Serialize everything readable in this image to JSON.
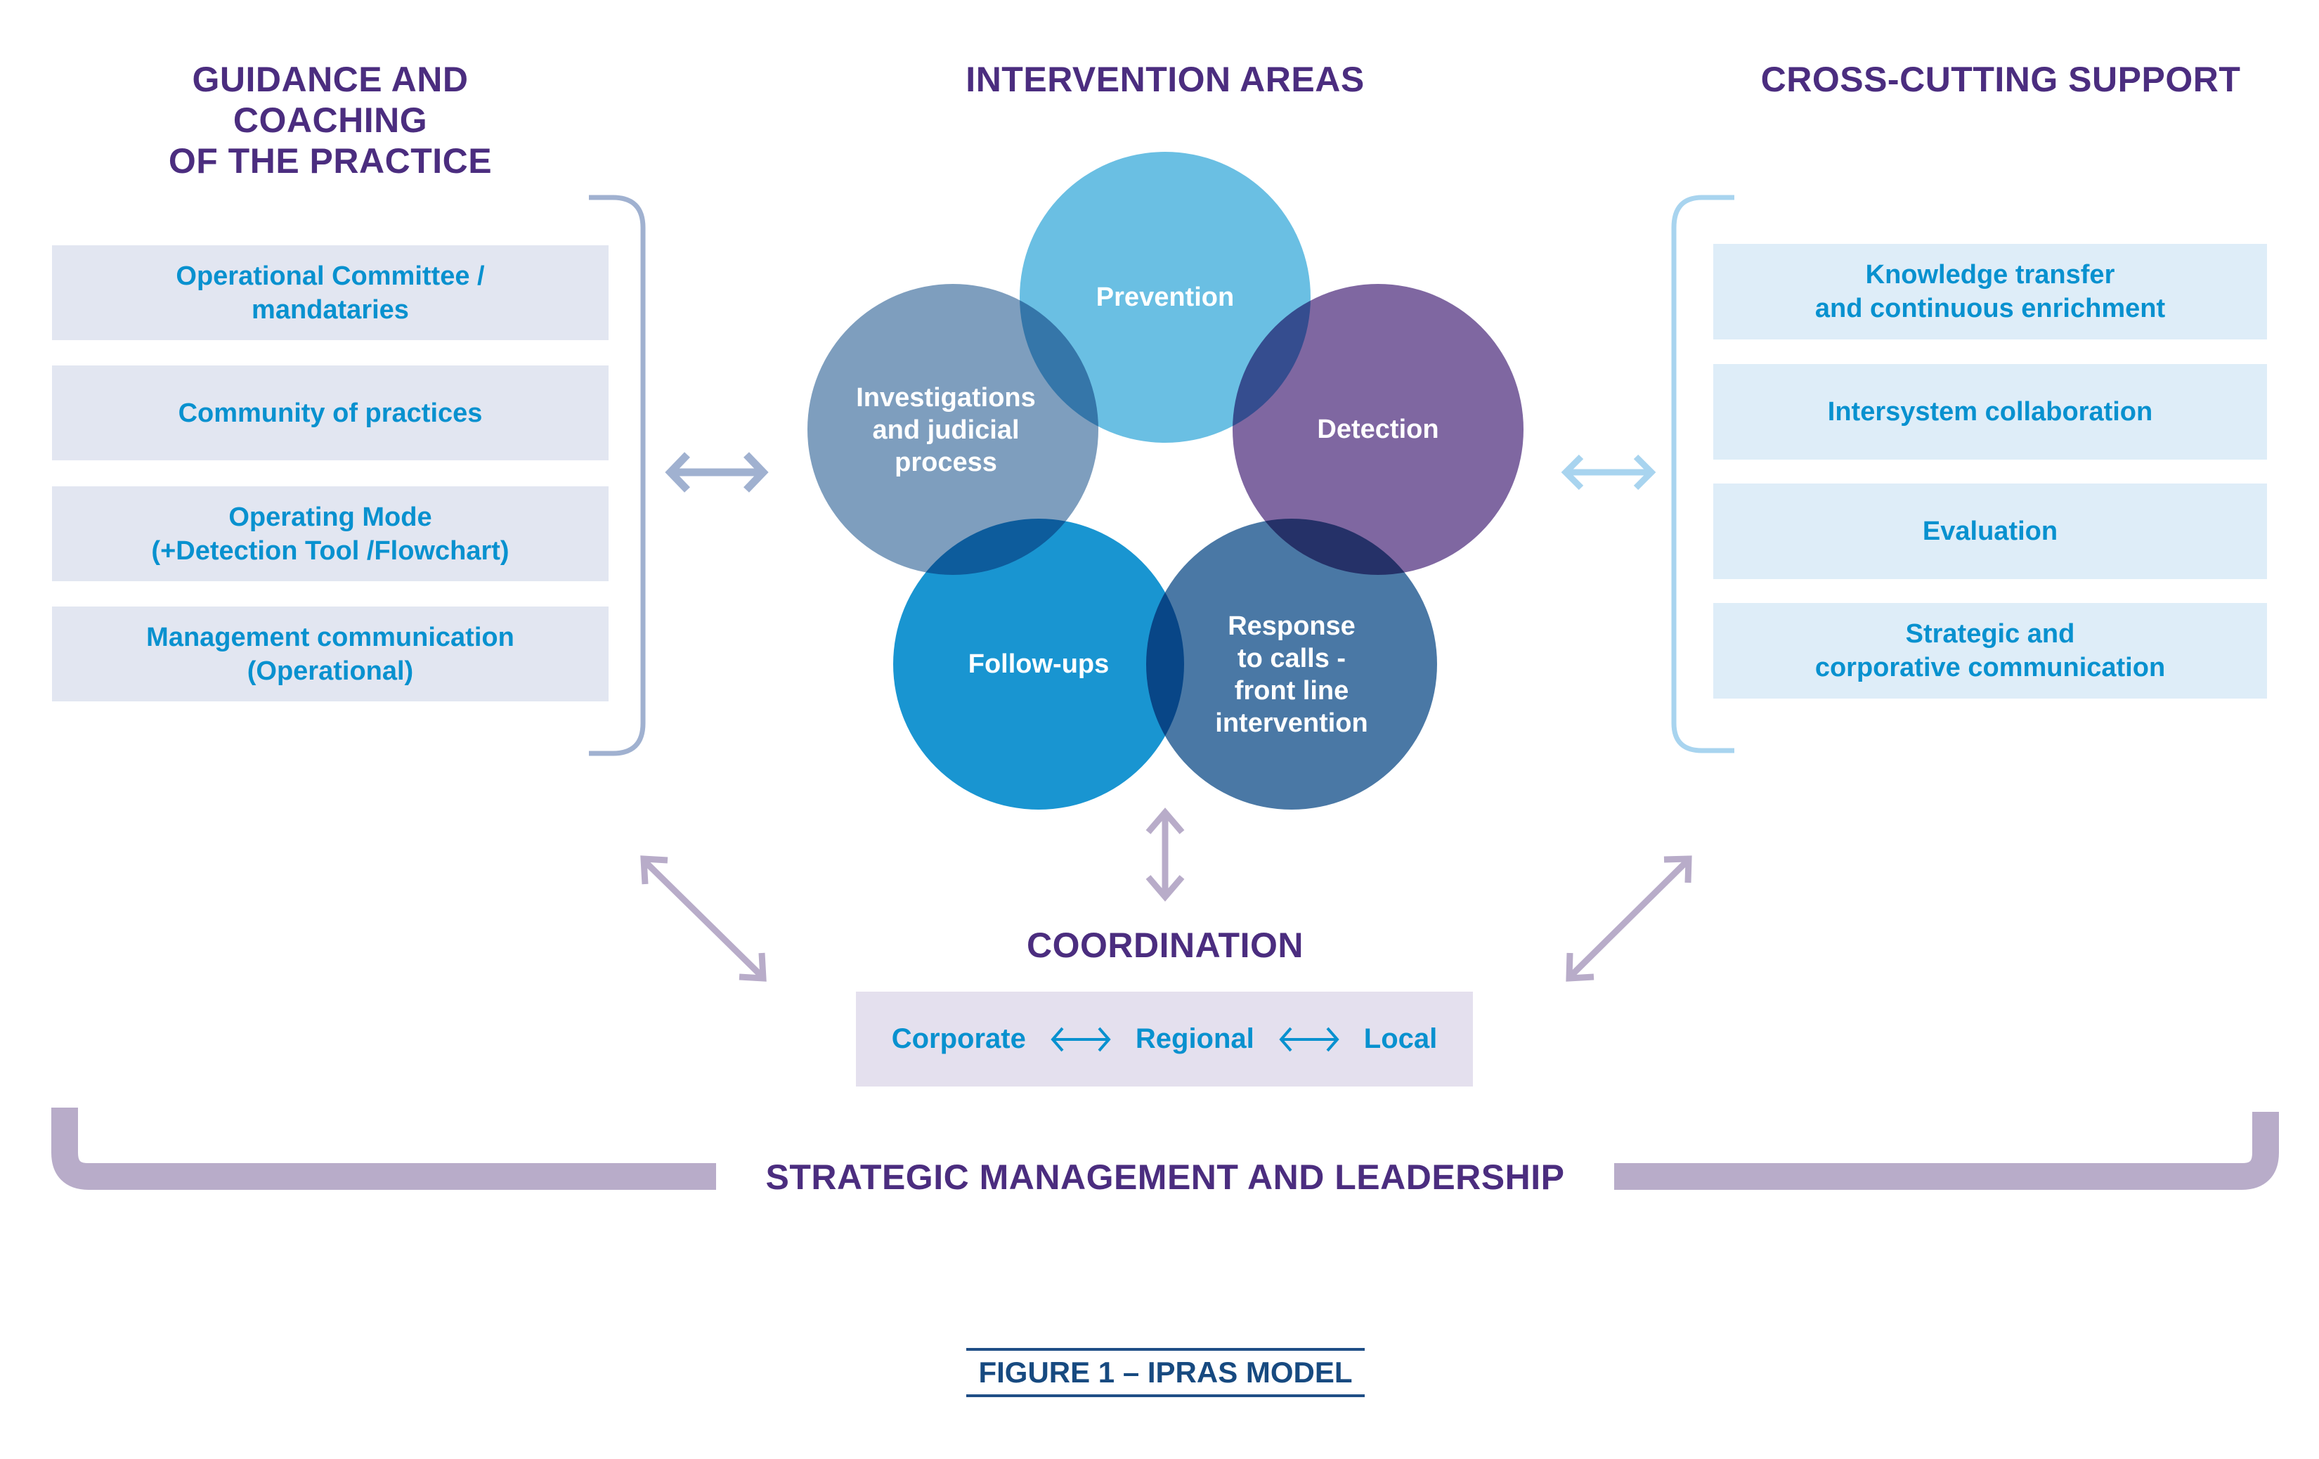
{
  "headers": {
    "left": [
      "GUIDANCE AND COACHING",
      "OF THE PRACTICE"
    ],
    "center": "INTERVENTION AREAS",
    "right": "CROSS-CUTTING SUPPORT"
  },
  "guidance_items": [
    {
      "lines": [
        "Operational Committee /",
        "mandataries"
      ]
    },
    {
      "lines": [
        "Community of practices"
      ]
    },
    {
      "lines": [
        "Operating Mode",
        "(+Detection Tool /Flowchart)"
      ]
    },
    {
      "lines": [
        "Management communication",
        "(Operational)"
      ]
    }
  ],
  "support_items": [
    {
      "lines": [
        "Knowledge transfer",
        "and continuous enrichment"
      ]
    },
    {
      "lines": [
        "Intersystem collaboration"
      ]
    },
    {
      "lines": [
        "Evaluation"
      ]
    },
    {
      "lines": [
        "Strategic and",
        "corporative communication"
      ]
    }
  ],
  "intervention_areas": [
    {
      "id": "prevention",
      "lines": [
        "Prevention"
      ],
      "color": "#5ab8e0"
    },
    {
      "id": "investigations",
      "lines": [
        "Investigations",
        "and judicial",
        "process"
      ],
      "color": "#7093b7"
    },
    {
      "id": "detection",
      "lines": [
        "Detection"
      ],
      "color": "#715797"
    },
    {
      "id": "follow-ups",
      "lines": [
        "Follow-ups"
      ],
      "color": "#0089cc"
    },
    {
      "id": "response",
      "lines": [
        "Response",
        "to calls -",
        "front line",
        "intervention"
      ],
      "color": "#36699b"
    }
  ],
  "coordination": {
    "title": "COORDINATION",
    "levels": [
      "Corporate",
      "Regional",
      "Local"
    ]
  },
  "strategic": "STRATEGIC MANAGEMENT AND LEADERSHIP",
  "caption": "FIGURE 1 – IPRAS MODEL",
  "colors": {
    "heading_purple": "#4b2d7f",
    "item_blue": "#0891cf",
    "left_bracket": "#a0b1d0",
    "right_bracket": "#a8d4ef",
    "lavender_arrow": "#b8acc9",
    "caption_navy": "#174a80"
  }
}
